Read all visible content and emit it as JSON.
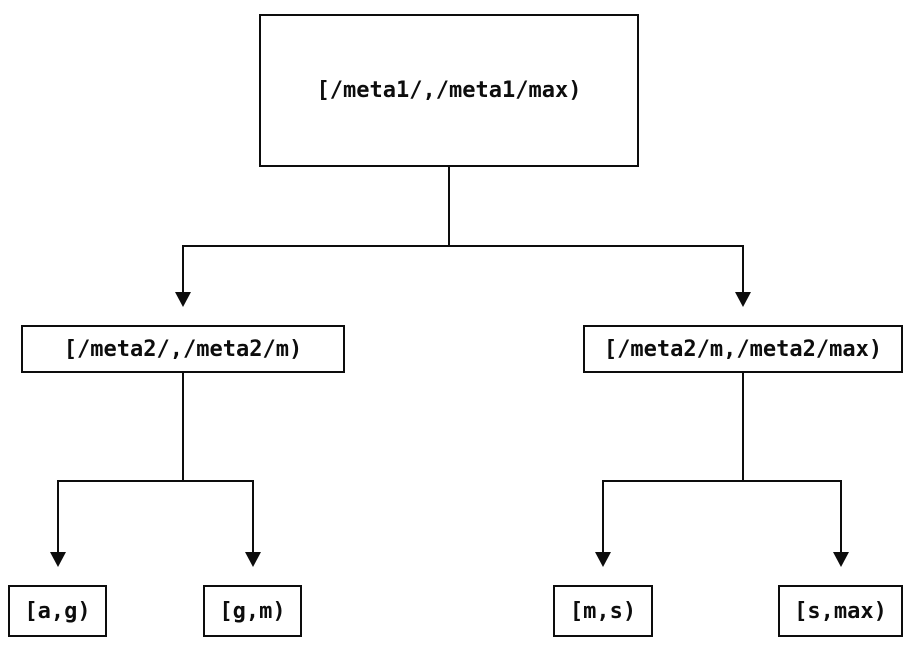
{
  "diagram": {
    "type": "binary-interval-tree",
    "colors": {
      "background": "#ffffff",
      "line": "#0d0d0d",
      "text": "#0d0d0d"
    },
    "nodes": {
      "root": {
        "label": "[/meta1/,/meta1/max)"
      },
      "mid_left": {
        "label": "[/meta2/,/meta2/m)"
      },
      "mid_right": {
        "label": "[/meta2/m,/meta2/max)"
      },
      "leaf_ag": {
        "label": "[a,g)"
      },
      "leaf_gm": {
        "label": "[g,m)"
      },
      "leaf_ms": {
        "label": "[m,s)"
      },
      "leaf_smax": {
        "label": "[s,max)"
      }
    },
    "edges": [
      {
        "from": "root",
        "to": "mid_left"
      },
      {
        "from": "root",
        "to": "mid_right"
      },
      {
        "from": "mid_left",
        "to": "leaf_ag"
      },
      {
        "from": "mid_left",
        "to": "leaf_gm"
      },
      {
        "from": "mid_right",
        "to": "leaf_ms"
      },
      {
        "from": "mid_right",
        "to": "leaf_smax"
      }
    ]
  }
}
